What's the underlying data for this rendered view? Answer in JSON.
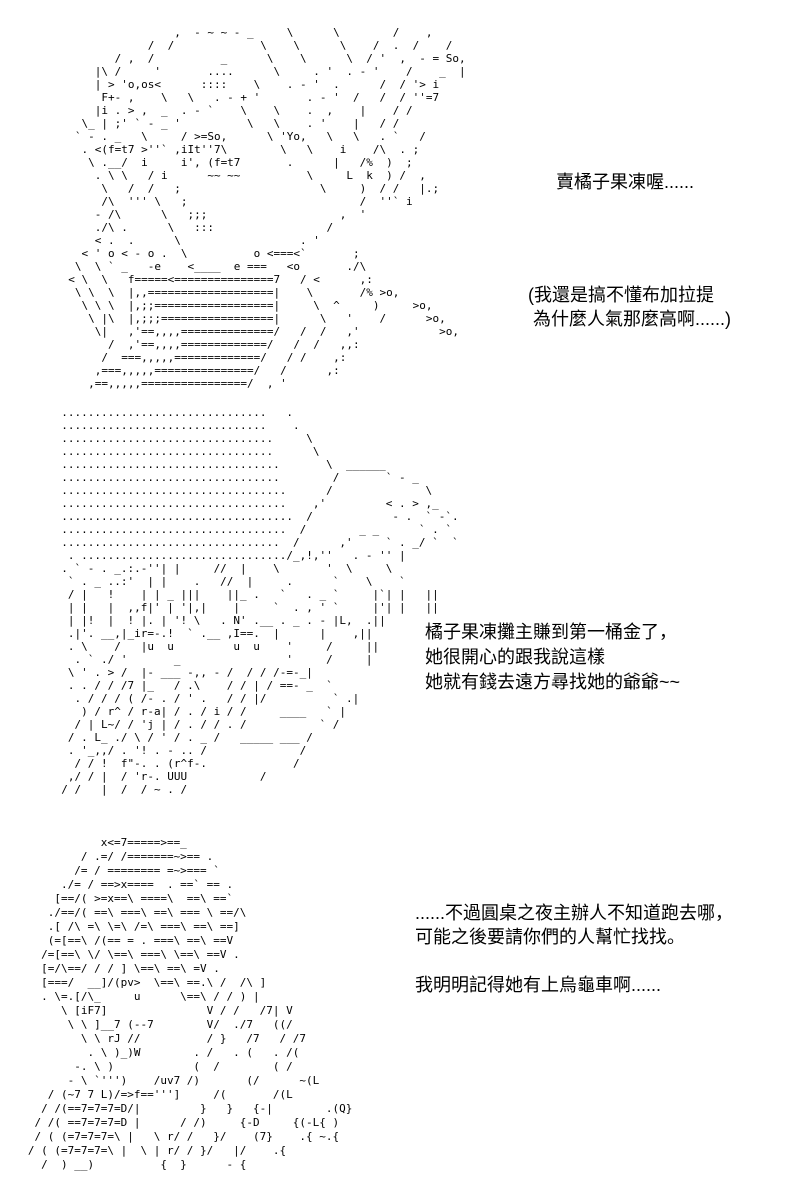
{
  "colors": {
    "background": "#ffffff",
    "ink": "#000000"
  },
  "captions": {
    "caption1": [
      "賣橘子果凍喔......"
    ],
    "caption2": [
      "(我還是搞不懂布加拉提",
      " 為什麼人氣那麼高啊......)"
    ],
    "caption3": [
      "橘子果凍攤主賺到第一桶金了，",
      "她很開心的跟我說這樣",
      "她就有錢去遠方尋找她的爺爺~~"
    ],
    "caption4": [
      "......不過圓桌之夜主辦人不知道跑去哪，",
      "可能之後要請你們的人幫忙找找。",
      "",
      "我明明記得她有上烏龜車啊......"
    ]
  },
  "ascii_art": {
    "panel1": [
      "                  ,  - ~ ~ - _     \\      \\        /    ,",
      "              /  /             \\    \\      \\    /  .  /    /",
      "         / ,  /          _      \\    \\      \\  / '  ,  - = So,",
      "      |\\ /     '       ....      \\     . '  . - '    /    _  |",
      "      | > 'o,os<      ::::    \\    . - '  .      /  / '> i",
      "       F+- ,    \\   \\   . - + '       . - '  /   /  / ''=7",
      "      |i . > ,  _  . - `    \\    \\    .  ,    |    / /",
      "    \\_ | ;' ` - _ '          \\   \\    . '    |   / /",
      "   ` - . _   \\     / >=So,      \\ 'Yo,   \\   \\   . `   /",
      "    . <(f=t7 >''` ,iIt''7\\        \\   \\    i    /\\  . ;",
      "     \\ .__/  i     i', (f=t7       .      |   /%  )  ;",
      "      . \\ \\   / i      ~~ ~~          \\     L  k  ) /  ,",
      "       \\   /  /   ;                     \\     )  / /   |.;",
      "       /\\  ''' \\   ;                          /  ''` i",
      "      - /\\      \\   ;;;                    ,  '",
      "      ./\\ .      \\   :::                 /",
      "      < .  .      \\                  . '",
      "    < ' o < - o .  \\          o <===<`       ;",
      "   \\  \\ ` _   -e    <____  e ===   <o       ./\\",
      "  < \\  \\   f=====<===============7   / <      ,:",
      "   \\ \\  \\  |,,===================|    \\       /% >o,",
      "    \\ \\ \\  |,;;==================|     \\  ^     )     >o,",
      "     \\ |\\  |,;;;=================|      \\   '    /      >o,",
      "      \\|   ,'==,,,,==============/   /  /   ,'            >o,",
      "        /  ,'==,,,,=============/   /  /   ,,:",
      "       /  ===,,,,,=============/   / /    ,:",
      "      ,===,,,,,===============/   /      ,:",
      "     ,==,,,,,================/  , '"
    ],
    "panel2": [
      "  ...............................   .",
      "  ...............................    .",
      "  ................................     \\",
      "  ................................      \\",
      "  .................................       \\  ______",
      "  .................................        /       ` - _",
      "  ..................................      /              \\",
      "  ..................................    ,'         < . > ,_",
      "  ...................................  /            - .  ` -`.",
      "  ..................................  /        _ _      ` . `",
      "  .................................  /      ,'     ` . _/ `  `",
      "   . .............................../_,!,''   . - '' |",
      "  . ` - . _.:.-''| |     //  |    \\       '  \\     \\",
      "   ` . _ ..:'  | |    .   //  |     .      `    \\    `",
      "   / |   !    | | _ |||    ||_ .   `   . _ `     |`| |   ||",
      "   | |   |  ,,f|' | '|,|    |     `  . , ' `     |'| |   ||",
      "   | |!  |  ! |. | '! \\   . N' .__ . _ . - |L,  .||",
      "   .|'. __,|_ir=-.!  ` .__ ,I==.  |      |    ,||",
      "   . \\    /   |u  u         u  u    '     /     ||",
      "    . ` ./ '       _                '     /     |",
      "   \\ ' . > /  |- ___ -,, - /  / / /-=-_|",
      "   . . / / /7 |_   / .\\    / / | / ==- _  `",
      "    . / / / ( /- . / ' .   / / |/          ` .|",
      "     ) / r^ / r-a| / . / i / /     ____   ` |",
      "    / | L~/ / 'j | / . / / . /           ` /",
      "   / . L_ ./ \\ / ' / . _ /   _____ ___ /",
      "   . '_,,/ . '! . - .. /              /",
      "    / / !  f\"-. . (r^f-.             /",
      "   ,/ / |  / 'r-. UUU           /",
      "  / /   |  /  / ~ . /"
    ],
    "panel3": [
      "              x<=7=====>==_",
      "           / .=/ /=======~>== .",
      "          /= / ======== =~>=== `",
      "        ./= / ==>x====  . ==` == .",
      "       [==/( >=x==\\ ====\\  ==\\ ==`",
      "      ./==/( ==\\ ===\\ ==\\ === \\ ==/\\",
      "      .[ /\\ =\\ \\=\\ /=\\ ===\\ ==\\ ==]",
      "      (=[==\\ /(== = . ===\\ ==\\ ==V",
      "     /=[==\\ \\/ \\==\\ ===\\ \\==\\ ==V .",
      "     [=/\\==/ / / ] \\==\\ ==\\ =V .",
      "     [===/  __]/(pv>  \\==\\ ==.\\ /  /\\ ]",
      "     . \\=.[/\\_     u      \\==\\ / / ) |",
      "        \\ [iF7]               V / /   /7| V",
      "         \\ \\ ]__7 (--7        V/  ./7   ((/",
      "           \\ \\ rJ //          / }   /7   / /7",
      "            . \\ )_)W        . /   . (   . /(",
      "          -. \\ )            (  /        ( /",
      "         - \\ `''')    /uv7 /)       (/      ~(L",
      "      / (~7 7 L)/=>f==''']     /(       /(L",
      "     / /(==7=7=7=D/|         }   }   {-|        .(Q}",
      "    / /( ==7=7=7=D |      / /)     {-D     {(-L{ )",
      "    / ( (=7=7=7=\\ |   \\ r/ /   }/    (7}    .{ ~.{",
      "   / ( (=7=7=7=\\ |  \\ | r/ / }/   |/    .{",
      "     /  ) __)          {  }      - {"
    ]
  }
}
